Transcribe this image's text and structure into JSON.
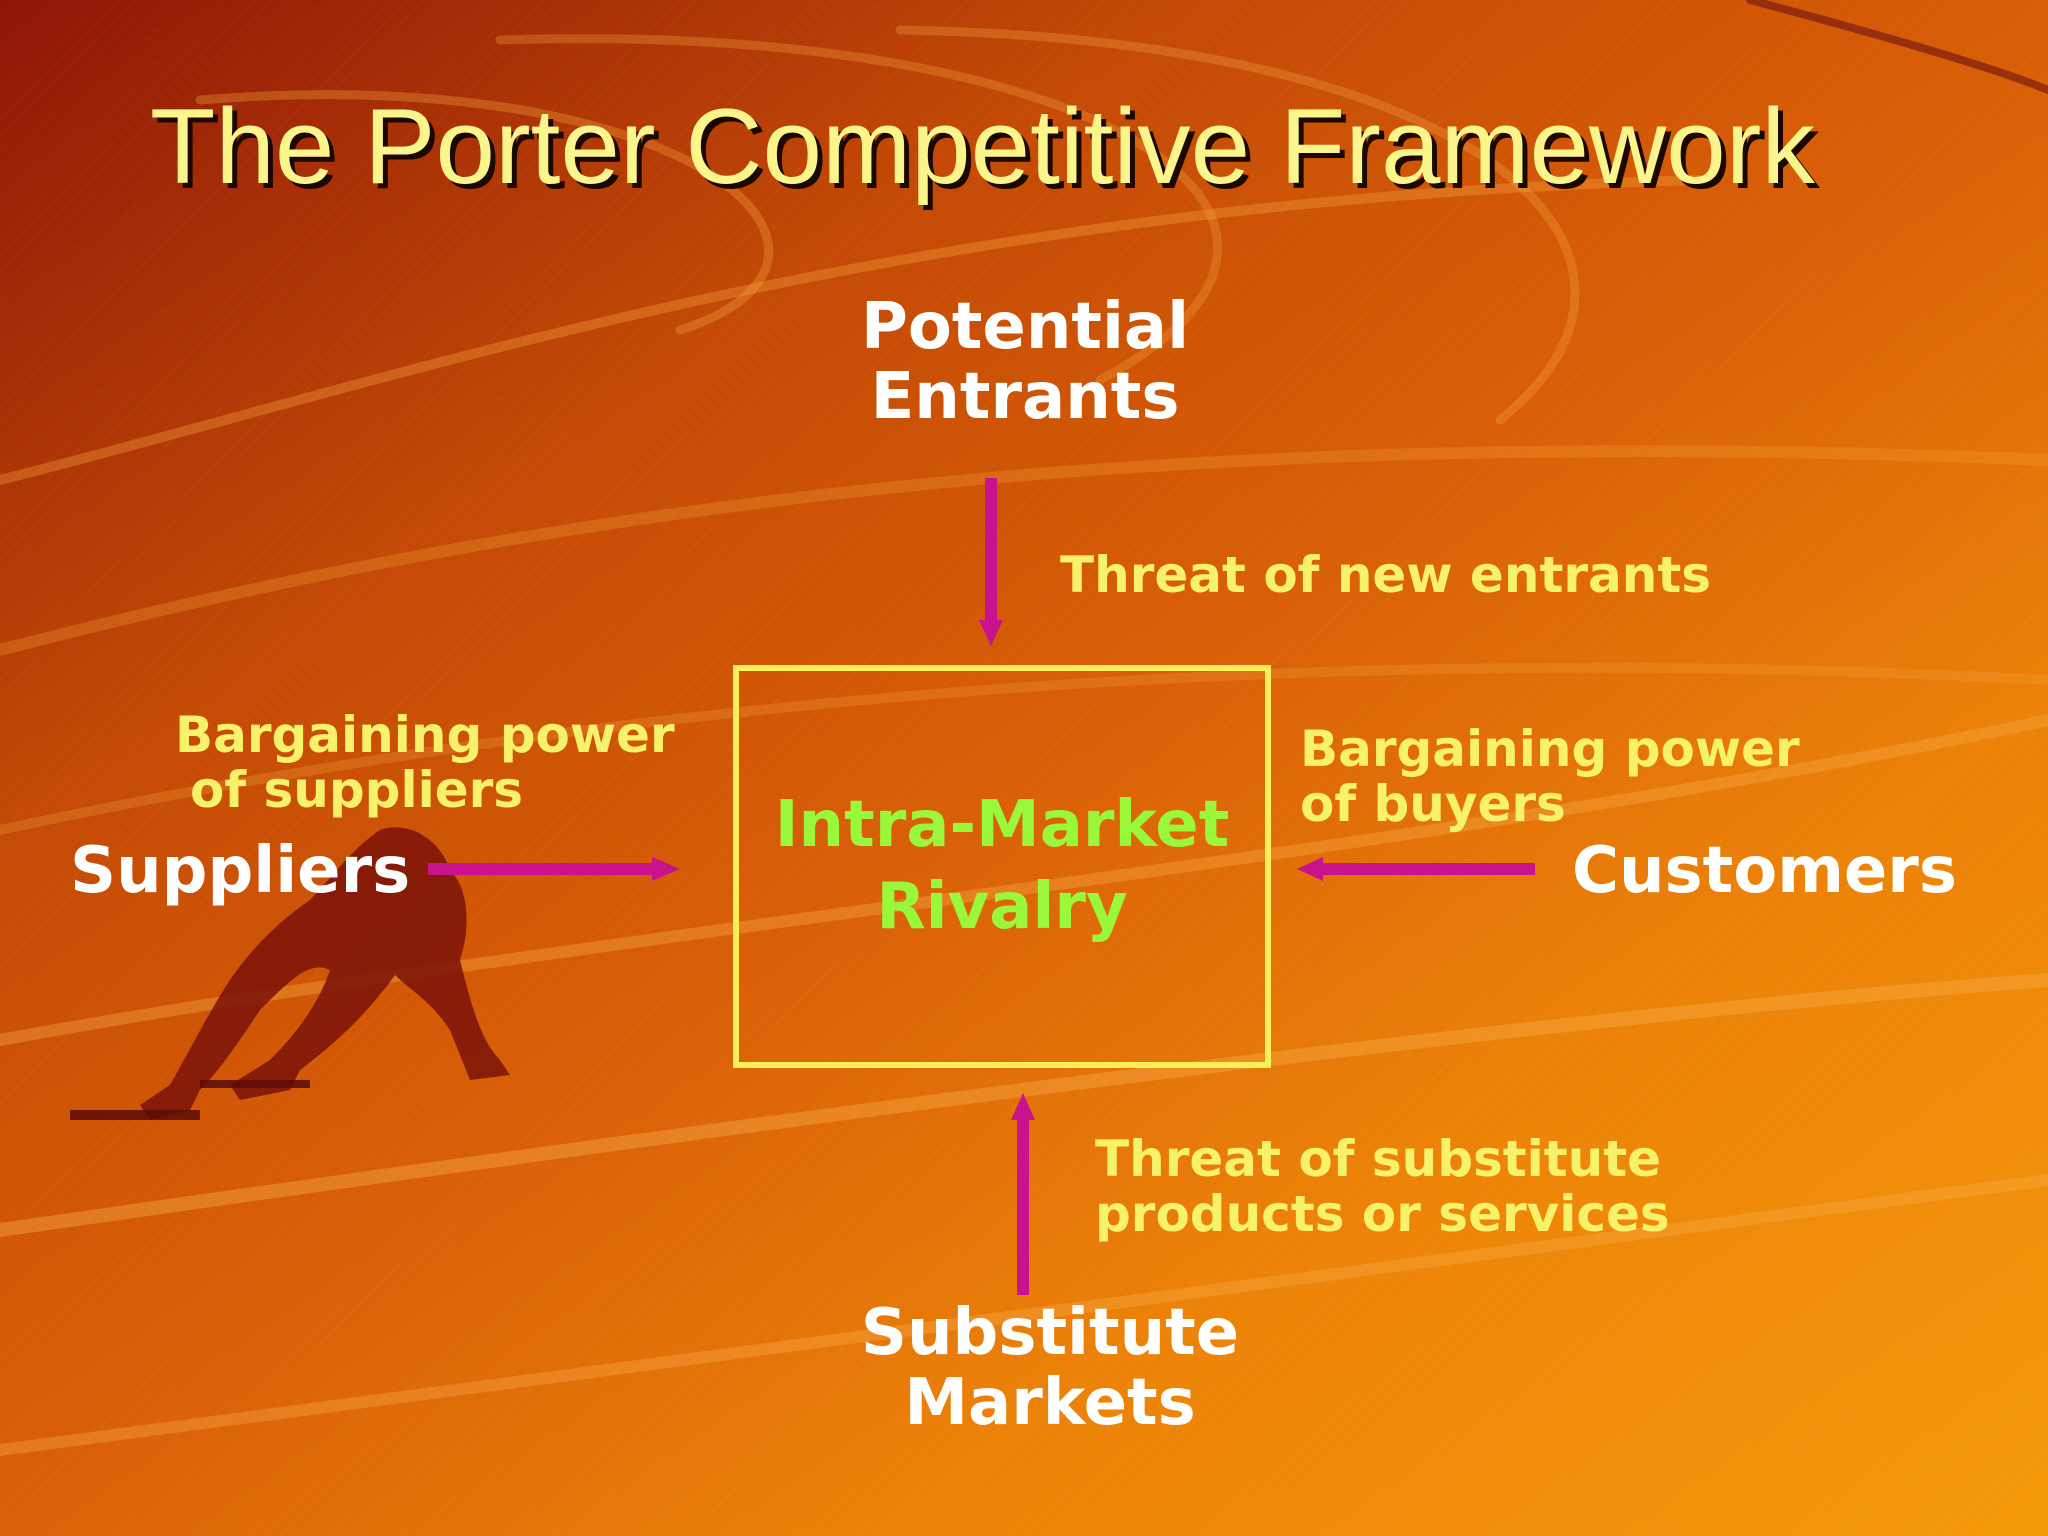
{
  "slide": {
    "title": "The Porter Competitive Framework",
    "center": {
      "line1": "Intra-Market",
      "line2": "Rivalry"
    },
    "nodes": {
      "top": {
        "line1": "Potential",
        "line2": "Entrants"
      },
      "bottom": {
        "line1": "Substitute",
        "line2": "Markets"
      },
      "left": {
        "label": "Suppliers"
      },
      "right": {
        "label": "Customers"
      }
    },
    "forces": {
      "top": {
        "line1": "Threat of new entrants"
      },
      "left": {
        "line1": "Bargaining power",
        "line2": "of suppliers"
      },
      "right": {
        "line1": "Bargaining power",
        "line2": "of buyers"
      },
      "bottom": {
        "line1": "Threat of substitute",
        "line2": "products or services"
      }
    }
  },
  "colors": {
    "title": "#fbf58c",
    "node_text": "#ffffff",
    "force_text": "#f8f26a",
    "rivalry_text": "#9af83a",
    "box_border": "#f8ef5a",
    "arrow": "#c8128e"
  }
}
